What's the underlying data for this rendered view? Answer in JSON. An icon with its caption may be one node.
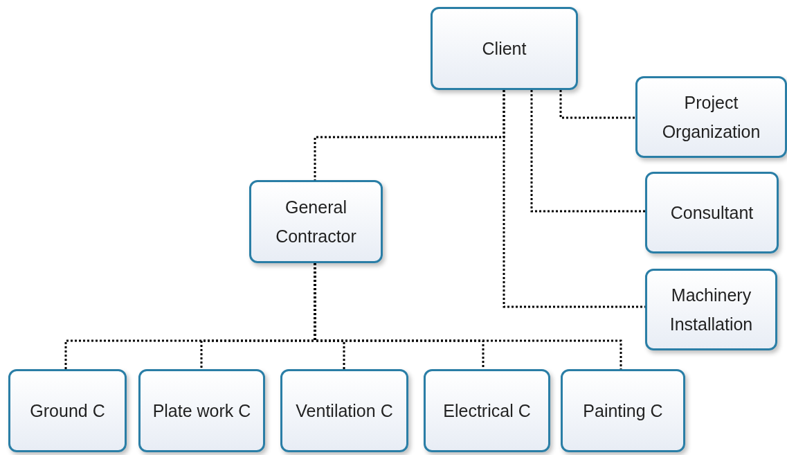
{
  "diagram": {
    "nodes": [
      {
        "text": [
          "Client"
        ]
      },
      {
        "text": [
          "Project Organization"
        ]
      },
      {
        "text": [
          "Consultant"
        ]
      },
      {
        "text": [
          "Machinery Installation"
        ]
      },
      {
        "text": [
          "General Contractor"
        ]
      },
      {
        "text": [
          "Ground C"
        ]
      },
      {
        "text": [
          "Plate work C"
        ]
      },
      {
        "text": [
          "Ventilation C"
        ]
      },
      {
        "text": [
          "Electrical C"
        ]
      },
      {
        "text": [
          "Painting C"
        ]
      }
    ],
    "edges": [
      {
        "from": 0,
        "to": 1,
        "arrow": "none"
      },
      {
        "from": 0,
        "to": 2,
        "arrow": "none"
      },
      {
        "from": 0,
        "to": 3,
        "arrow": "none"
      },
      {
        "from": 0,
        "to": 4,
        "arrow": "none"
      },
      {
        "from": 4,
        "to": 5,
        "arrow": "none"
      },
      {
        "from": 4,
        "to": 6,
        "arrow": "none"
      },
      {
        "from": 4,
        "to": 7,
        "arrow": "none"
      },
      {
        "from": 4,
        "to": 8,
        "arrow": "none"
      },
      {
        "from": 4,
        "to": 9,
        "arrow": "none"
      }
    ]
  }
}
